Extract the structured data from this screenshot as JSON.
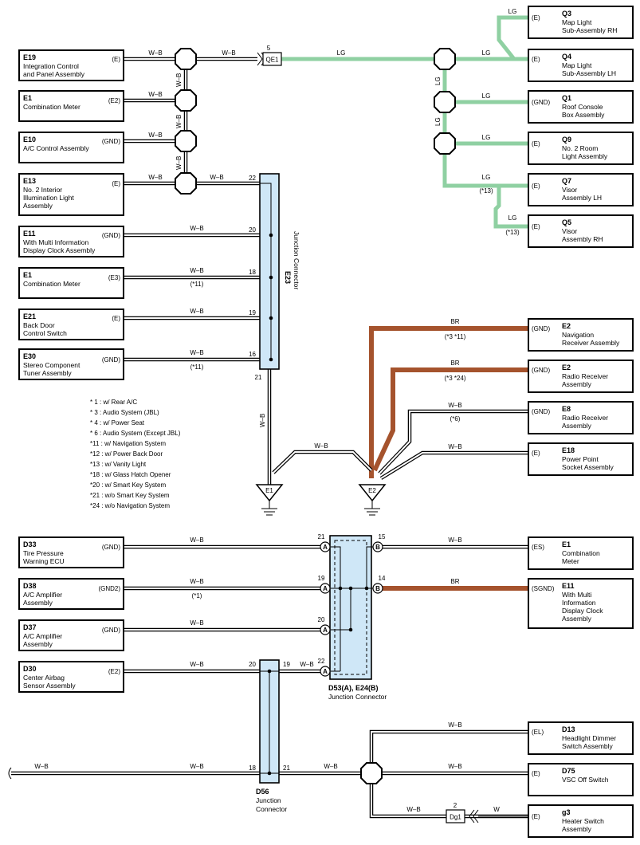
{
  "components": {
    "e19": {
      "code": "E19",
      "l1": "Integration Control",
      "l2": "and Panel Assembly",
      "pin": "(E)"
    },
    "e1a": {
      "code": "E1",
      "l1": "Combination Meter",
      "pin": "(E2)"
    },
    "e10": {
      "code": "E10",
      "l1": "A/C Control Assembly",
      "pin": "(GND)"
    },
    "e13": {
      "code": "E13",
      "l1": "No. 2 Interior",
      "l2": "Illumination Light",
      "l3": "Assembly",
      "pin": "(E)"
    },
    "e11a": {
      "code": "E11",
      "l1": "With Multi Information",
      "l2": "Display Clock Assembly",
      "pin": "(GND)"
    },
    "e1b": {
      "code": "E1",
      "l1": "Combination Meter",
      "pin": "(E3)"
    },
    "e21": {
      "code": "E21",
      "l1": "Back Door",
      "l2": "Control Switch",
      "pin": "(E)"
    },
    "e30": {
      "code": "E30",
      "l1": "Stereo Component",
      "l2": "Tuner Assembly",
      "pin": "(GND)"
    },
    "q3": {
      "code": "Q3",
      "l1": "Map Light",
      "l2": "Sub-Assembly RH",
      "pin": "(E)"
    },
    "q4": {
      "code": "Q4",
      "l1": "Map Light",
      "l2": "Sub-Assembly LH",
      "pin": "(E)"
    },
    "q1": {
      "code": "Q1",
      "l1": "Roof Console",
      "l2": "Box Assembly",
      "pin": "(GND)"
    },
    "q9": {
      "code": "Q9",
      "l1": "No. 2 Room",
      "l2": "Light Assembly",
      "pin": "(E)"
    },
    "q7": {
      "code": "Q7",
      "l1": "Visor",
      "l2": "Assembly LH",
      "pin": "(E)"
    },
    "q5": {
      "code": "Q5",
      "l1": "Visor",
      "l2": "Assembly RH",
      "pin": "(E)"
    },
    "e2a": {
      "code": "E2",
      "l1": "Navigation",
      "l2": "Receiver Assembly",
      "pin": "(GND)"
    },
    "e2b": {
      "code": "E2",
      "l1": "Radio Receiver",
      "l2": "Assembly",
      "pin": "(GND)"
    },
    "e8": {
      "code": "E8",
      "l1": "Radio Receiver",
      "l2": "Assembly",
      "pin": "(GND)"
    },
    "e18": {
      "code": "E18",
      "l1": "Power Point",
      "l2": "Socket Assembly",
      "pin": "(E)"
    },
    "d33": {
      "code": "D33",
      "l1": "Tire Pressure",
      "l2": "Warning ECU",
      "pin": "(GND)"
    },
    "d38": {
      "code": "D38",
      "l1": "A/C Amplifier",
      "l2": "Assembly",
      "pin": "(GND2)"
    },
    "d37": {
      "code": "D37",
      "l1": "A/C Amplifier",
      "l2": "Assembly",
      "pin": "(GND)"
    },
    "d30": {
      "code": "D30",
      "l1": "Center Airbag",
      "l2": "Sensor Assembly",
      "pin": "(E2)"
    },
    "e1c": {
      "code": "E1",
      "l1": "Combination",
      "l2": "Meter",
      "pin": "(ES)"
    },
    "e11b": {
      "code": "E11",
      "l1": "With Multi",
      "l2": "Information",
      "l3": "Display Clock",
      "l4": "Assembly",
      "pin": "(SGND)"
    },
    "d13": {
      "code": "D13",
      "l1": "Headlight Dimmer",
      "l2": "Switch Assembly",
      "pin": "(EL)"
    },
    "d75": {
      "code": "D75",
      "l1": "VSC Off Switch",
      "pin": "(E)"
    },
    "g3": {
      "code": "g3",
      "l1": "Heater Switch",
      "l2": "Assembly",
      "pin": "(E)"
    }
  },
  "wires": {
    "wb": "W–B",
    "lg": "LG",
    "br": "BR",
    "w": "W"
  },
  "pins": {
    "qe1_num": "5",
    "qe1": "QE1",
    "e23_22": "22",
    "e23_20": "20",
    "e23_18": "18",
    "e23_19": "19",
    "e23_16": "16",
    "e23_21": "21",
    "d53_21": "21",
    "d53_19": "19",
    "d53_20": "20",
    "d53_22": "22",
    "d53_15": "15",
    "d53_14": "14",
    "d56_20": "20",
    "d56_19": "19",
    "d56_18": "18",
    "d56_21": "21",
    "dg1_num": "2",
    "dg1": "Dg1",
    "a": "A",
    "b": "B"
  },
  "connectors": {
    "e23": {
      "code": "E23",
      "name": "Junction Connector"
    },
    "d53": {
      "code": "D53(A), E24(B)",
      "name": "Junction Connector"
    },
    "d56": {
      "code": "D56",
      "l1": "Junction",
      "l2": "Connector"
    }
  },
  "grounds": {
    "e1": "E1",
    "e2": "E2"
  },
  "marks": {
    "m11": "(*11)",
    "m13": "(*13)",
    "m3_11": "(*3 *11)",
    "m3_24": "(*3 *24)",
    "m6": "(*6)",
    "m1": "(*1)"
  },
  "notes": [
    "* 1 : w/ Rear A/C",
    "* 3 : Audio System (JBL)",
    "* 4 : w/ Power Seat",
    "* 6 : Audio System (Except JBL)",
    "*11 : w/ Navigation System",
    "*12 : w/ Power Back Door",
    "*13 : w/ Vanity Light",
    "*18 : w/ Glass Hatch Opener",
    "*20 : w/ Smart Key System",
    "*21 : w/o Smart Key System",
    "*24 : w/o Navigation System"
  ],
  "colors": {
    "lg": "#8fd0a2",
    "br": "#a5532d",
    "junction": "#cfe7f7"
  }
}
